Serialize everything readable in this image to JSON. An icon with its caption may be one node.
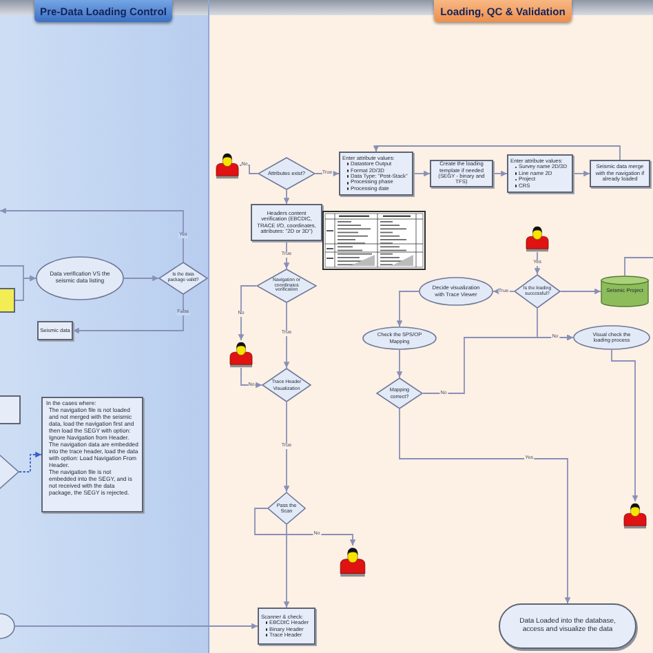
{
  "diagram": {
    "nodes": [
      {
        "text": [
          "Pre-Data Loading Control"
        ]
      },
      {
        "text": [
          "Loading, QC & Validation"
        ]
      },
      {
        "text": [],
        "shape": "box",
        "in": 0
      },
      {
        "text": [
          "Data verification VS the seismic data listing"
        ],
        "in": 0
      },
      {
        "text": [
          "Is the data package valid?"
        ],
        "in": 0
      },
      {
        "text": [
          "Seismic data"
        ],
        "in": 0
      },
      {
        "text": [],
        "shape": "box",
        "in": 0
      },
      {
        "text": [],
        "shape": "diamond",
        "in": 0
      },
      {
        "text": [
          "In the cases where:",
          "The navigation file is not loaded and not merged with the seismic data, load the navigation first and then load the SEGY with option: Ignore Navigation from Header.",
          "The navigation data are embedded into the trace header, load the data with option: Load Navigation From Header.",
          "The navigation file is not embedded into the SEGY, and is not received with the data package, the SEGY is rejected."
        ],
        "in": 0
      },
      {
        "text": [],
        "shape": "ellipse",
        "in": 0
      },
      {
        "text": [],
        "shape": "person",
        "in": 1
      },
      {
        "text": [
          "Attributes exist?"
        ],
        "in": 1
      },
      {
        "text": [
          "Enter attribute values:",
          "Datastore Output",
          "Format 2D/3D",
          "Data Type: \"Post-Stack\"",
          "Processing phase",
          "Processing date"
        ],
        "in": 1
      },
      {
        "text": [
          "Create the loading template if needed (SEGY - binary and TFS)"
        ],
        "in": 1
      },
      {
        "text": [
          "Enter attribute values:",
          "Survey name 2D/3D",
          "Line name 2D",
          "Project",
          "CRS"
        ],
        "in": 1
      },
      {
        "text": [
          "Seismic data merge with the navigation if already loaded"
        ],
        "in": 1
      },
      {
        "text": [
          "Headers content verification (EBCDIC, TRACE I/O, coordinates, attributes: \"2D or 3D\")"
        ],
        "in": 1
      },
      {
        "text": [],
        "shape": "person",
        "in": 1
      },
      {
        "text": [
          "Navigation or coordinates verification"
        ],
        "in": 1
      },
      {
        "text": [
          "Decide visualization with Trace Viewer"
        ],
        "in": 1
      },
      {
        "text": [
          "Is the loading successful?"
        ],
        "in": 1
      },
      {
        "text": [
          "Seismic Project"
        ],
        "in": 1
      },
      {
        "text": [
          "Check the SPS/OP Mapping"
        ],
        "in": 1
      },
      {
        "text": [
          "Visual check the loading process"
        ],
        "in": 1
      },
      {
        "text": [],
        "shape": "person",
        "in": 1
      },
      {
        "text": [
          "Trace Header Visualization"
        ],
        "in": 1
      },
      {
        "text": [
          "Mapping correct?"
        ],
        "in": 1
      },
      {
        "text": [],
        "shape": "person",
        "in": 1
      },
      {
        "text": [
          "Pass the Scan"
        ],
        "in": 1
      },
      {
        "text": [],
        "shape": "person",
        "in": 1
      },
      {
        "text": [
          "Data Loaded into the database, access and visualize the data"
        ],
        "in": 1
      },
      {
        "text": [
          "Scanner & check:",
          "EBCDIC Header",
          "Binary Header",
          "Trace Header"
        ],
        "in": 1
      }
    ],
    "edges": [
      {
        "from": null,
        "to": 3,
        "arrow": "to"
      },
      {
        "from": 2,
        "to": 3,
        "arrow": "to"
      },
      {
        "from": 3,
        "to": 4,
        "arrow": "to"
      },
      {
        "from": 4,
        "to": null,
        "arrow": "to",
        "label": "Yes"
      },
      {
        "from": 4,
        "to": 5,
        "arrow": "to",
        "label": "False"
      },
      {
        "from": 7,
        "to": 8,
        "arrow": "to",
        "style": "dashed",
        "color": "#3a5fcd"
      },
      {
        "from": 9,
        "to": 31,
        "arrow": "to"
      },
      {
        "from": 11,
        "to": 10,
        "arrow": "to",
        "label": "No"
      },
      {
        "from": 11,
        "to": 12,
        "arrow": "to",
        "label": "True"
      },
      {
        "from": 11,
        "to": 16,
        "arrow": "to"
      },
      {
        "from": 12,
        "to": 13,
        "arrow": "to"
      },
      {
        "from": 13,
        "to": 14,
        "arrow": "to"
      },
      {
        "from": 14,
        "to": 15,
        "arrow": "to"
      },
      {
        "from": 15,
        "to": 12,
        "arrow": "to"
      },
      {
        "from": 16,
        "to": 18,
        "arrow": "to",
        "label": "True"
      },
      {
        "from": 18,
        "to": 24,
        "arrow": "to",
        "label": "No"
      },
      {
        "from": 24,
        "to": 25,
        "arrow": "to",
        "label": "No"
      },
      {
        "from": 18,
        "to": 25,
        "arrow": "to",
        "label": "True"
      },
      {
        "from": 25,
        "to": 28,
        "arrow": "to",
        "label": "True"
      },
      {
        "from": 28,
        "to": 29,
        "arrow": "to",
        "label": "No"
      },
      {
        "from": 28,
        "to": 31,
        "arrow": "to"
      },
      {
        "from": 17,
        "to": 20,
        "arrow": "to",
        "label": "Yes"
      },
      {
        "from": 20,
        "to": 19,
        "arrow": "to",
        "label": "True"
      },
      {
        "from": 20,
        "to": 21,
        "arrow": "to"
      },
      {
        "from": 21,
        "to": null,
        "arrow": "none"
      },
      {
        "from": 19,
        "to": 22,
        "arrow": "to"
      },
      {
        "from": 22,
        "to": 26,
        "arrow": "to"
      },
      {
        "from": 26,
        "to": 23,
        "arrow": "to",
        "label": "No"
      },
      {
        "from": 20,
        "to": 23,
        "arrow": "to",
        "label": "No"
      },
      {
        "from": 23,
        "to": 27,
        "arrow": "to"
      },
      {
        "from": 26,
        "to": 30,
        "arrow": "to",
        "label": "Yes"
      }
    ]
  }
}
